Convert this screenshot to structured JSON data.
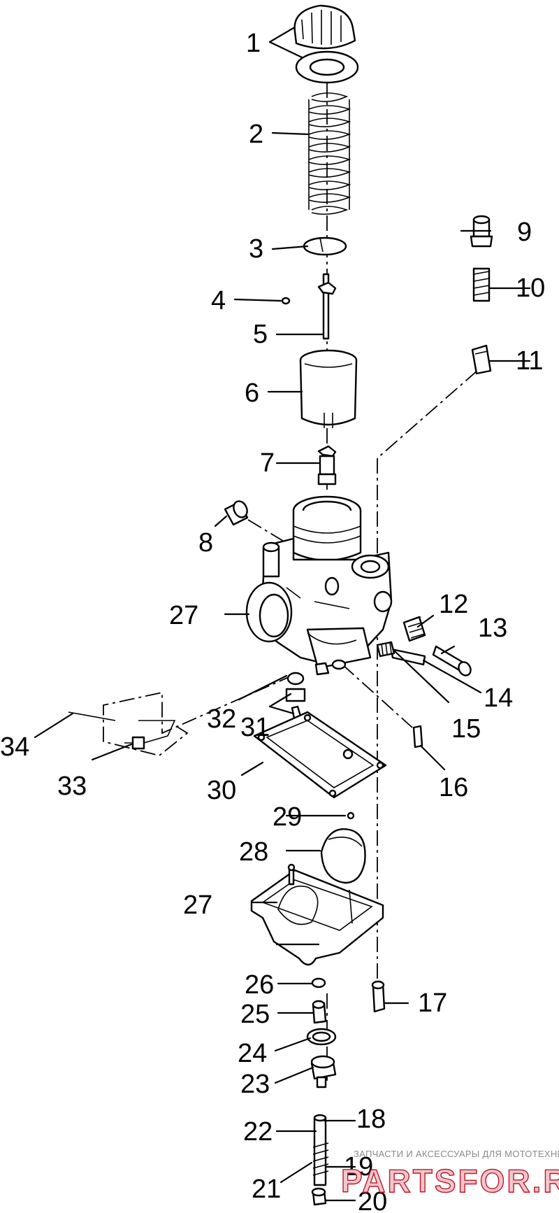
{
  "callouts": [
    "1",
    "2",
    "3",
    "4",
    "5",
    "6",
    "7",
    "8",
    "9",
    "10",
    "11",
    "12",
    "13",
    "14",
    "15",
    "16",
    "17",
    "18",
    "19",
    "20",
    "21",
    "22",
    "23",
    "24",
    "25",
    "26",
    "27",
    "27",
    "28",
    "29",
    "30",
    "31",
    "32",
    "33",
    "34"
  ],
  "watermark": {
    "tagline": "ЗАПЧАСТИ И АКСЕССУАРЫ ДЛЯ МОТОТЕХНИКИ",
    "logo": "PARTSFOR.RU"
  }
}
